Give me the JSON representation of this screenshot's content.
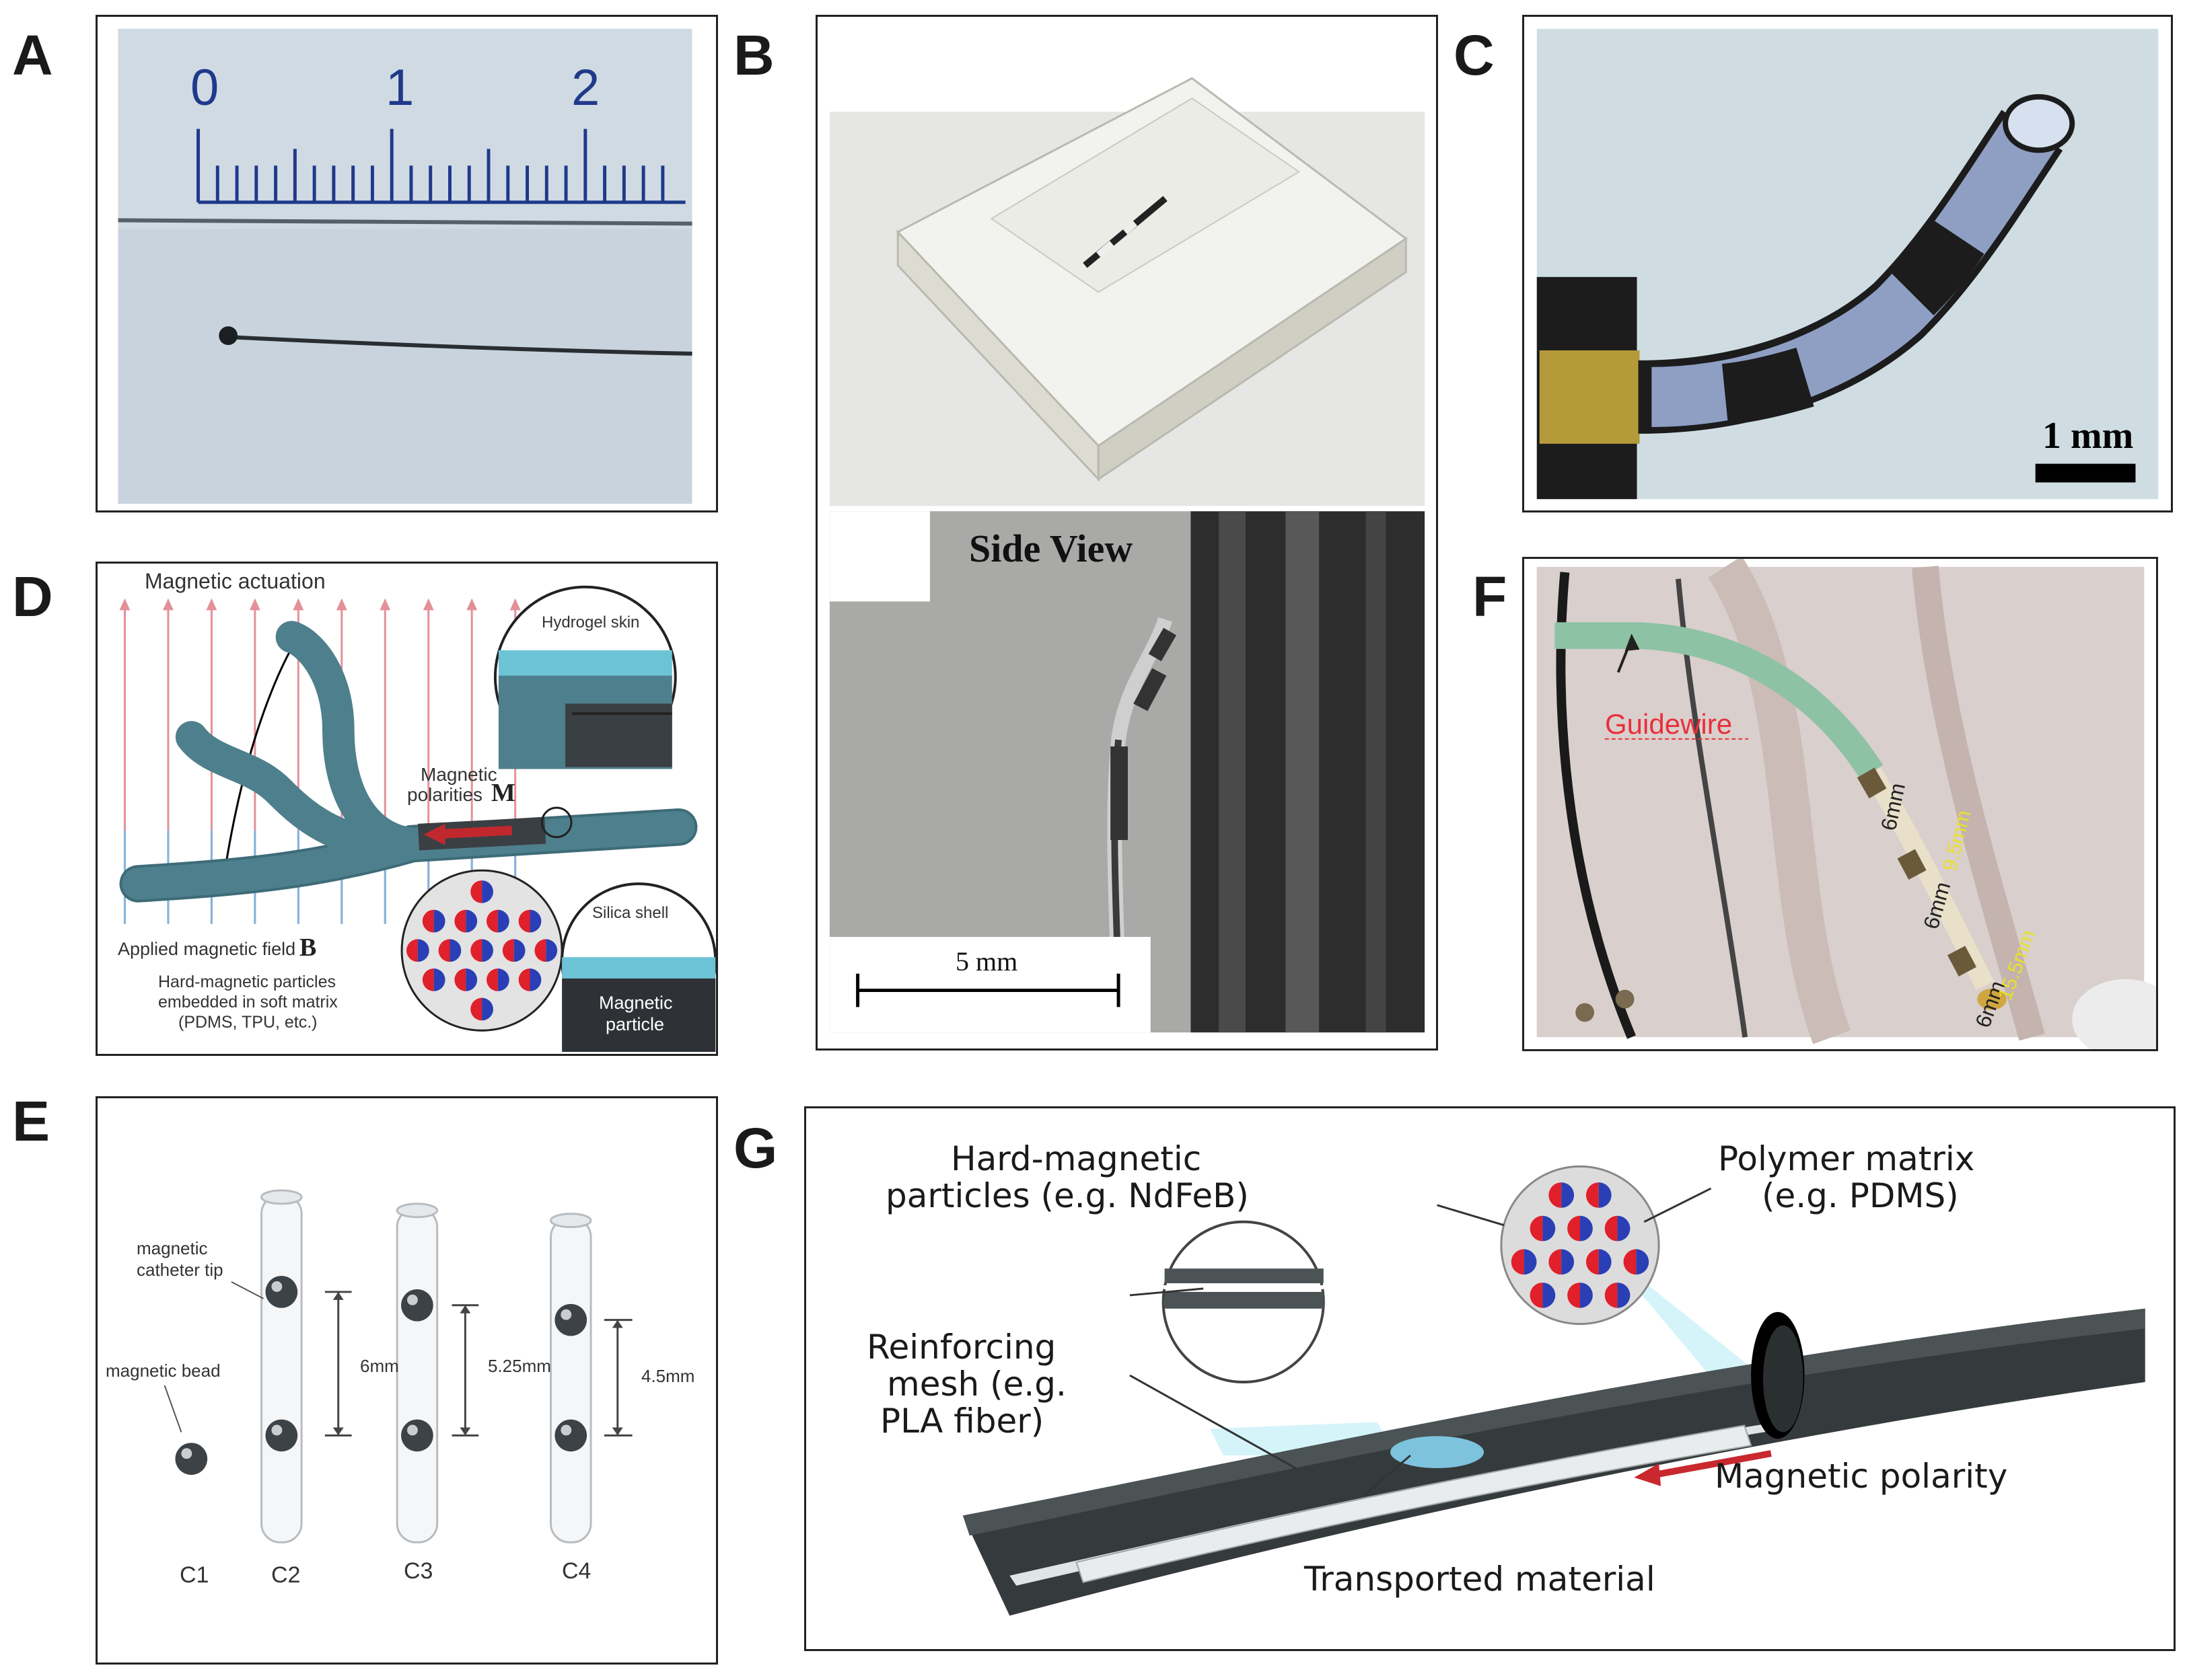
{
  "figure": {
    "panel_labels": {
      "a": "A",
      "b": "B",
      "c": "C",
      "d": "D",
      "e": "E",
      "f": "F",
      "g": "G"
    },
    "panel_a": {
      "ruler_numbers": [
        "0",
        "1",
        "2"
      ]
    },
    "panel_b": {
      "side_view_label": "Side View",
      "scale_bar": "5 mm"
    },
    "panel_c": {
      "scale_bar": "1 mm"
    },
    "panel_d": {
      "actuation_label": "Magnetic actuation",
      "hydrogel_label": "Hydrogel skin",
      "polarities_line1": "Magnetic",
      "polarities_line2": "polarities",
      "polarities_symbol": "M",
      "field_label": "Applied magnetic field",
      "field_symbol": "B",
      "matrix_line1": "Hard-magnetic particles",
      "matrix_line2": "embedded in soft matrix",
      "matrix_line3": "(PDMS, TPU, etc.)",
      "silica_label": "Silica shell",
      "particle_line1": "Magnetic",
      "particle_line2": "particle"
    },
    "panel_e": {
      "tip_line1": "magnetic",
      "tip_line2": "catheter tip",
      "bead_label": "magnetic bead",
      "dist_c2": "6mm",
      "dist_c3": "5.25mm",
      "dist_c4": "4.5mm",
      "captions": [
        "C1",
        "C2",
        "C3",
        "C4"
      ]
    },
    "panel_f": {
      "guidewire_label": "Guidewire",
      "seg_labels": [
        "6mm",
        "6mm",
        "6mm"
      ],
      "dist_labels": [
        "9.5mm",
        "15.5mm"
      ]
    },
    "panel_g": {
      "particles_line1": "Hard-magnetic",
      "particles_line2": "particles (e.g. NdFeB)",
      "polymer_line1": "Polymer matrix",
      "polymer_line2": "(e.g. PDMS)",
      "mesh_line1": "Reinforcing",
      "mesh_line2": "mesh (e.g.",
      "mesh_line3": "PLA fiber)",
      "polarity_label": "Magnetic polarity",
      "transport_label": "Transported material"
    },
    "colors": {
      "particle_red": "#e0202a",
      "particle_blue": "#2a3fb5",
      "catheter_teal": "#4e7f8c",
      "field_red": "#e58f99",
      "field_blue": "#7fb4e0",
      "guidewire_red": "#e8303a",
      "f_yellow": "#e8e02a"
    }
  }
}
